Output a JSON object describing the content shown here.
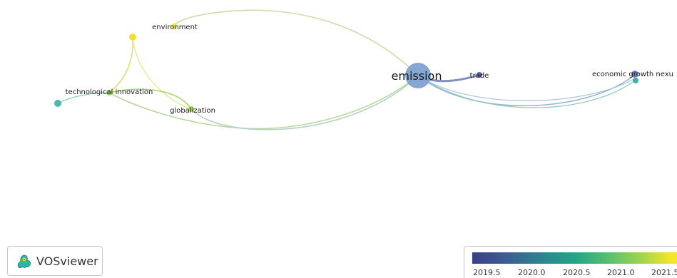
{
  "nodes": {
    "emission": "emission",
    "trade": "trade",
    "economic_growth_nexus": "economic growth nexu",
    "environment": "environment",
    "technological_innovation": "technological innovation",
    "globalization": "globalization"
  },
  "logo": {
    "text": "VOSviewer"
  },
  "legend": {
    "ticks": [
      "2019.5",
      "2020.0",
      "2020.5",
      "2021.0",
      "2021.5"
    ],
    "colors": {
      "start": "#3b3f86",
      "mid": "#23a48a",
      "end": "#f7ea1f"
    }
  }
}
